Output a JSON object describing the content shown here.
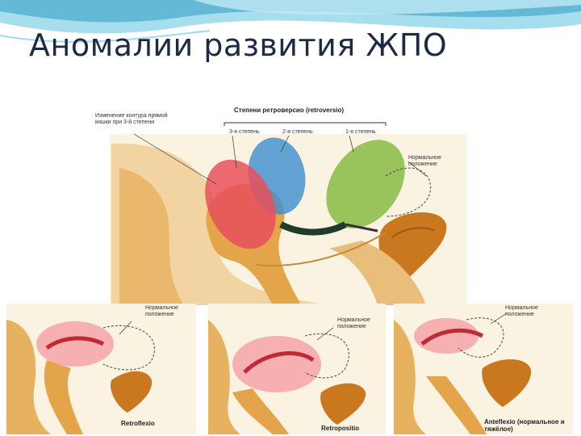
{
  "slide": {
    "title": "Аномалии развития ЖПО"
  },
  "main_figure": {
    "heading": "Степени ретроверсио (retroversio)",
    "label_contour": "Изменение контура прямой кишки при 3-й степени",
    "label_deg3": "3-я степень",
    "label_deg2": "2-я степень",
    "label_deg1": "1-я степень",
    "label_normal": "Нормальное положение"
  },
  "panels": [
    {
      "normal_label": "Нормальное положение",
      "caption": "Retroflexio"
    },
    {
      "normal_label": "Нормальное положение",
      "caption": "Retropositio"
    },
    {
      "normal_label": "Нормальное положение",
      "caption": "Anteflexio (нормальное и тяжёлое)"
    }
  ],
  "colors": {
    "deg3": "#e8505a",
    "deg2": "#3d8ed0",
    "deg1": "#7fb83a",
    "tissue": "#e7b25f",
    "bg_figure": "#fbf3e2",
    "title": "#1c2a44",
    "wave": "#5fc3e0"
  }
}
